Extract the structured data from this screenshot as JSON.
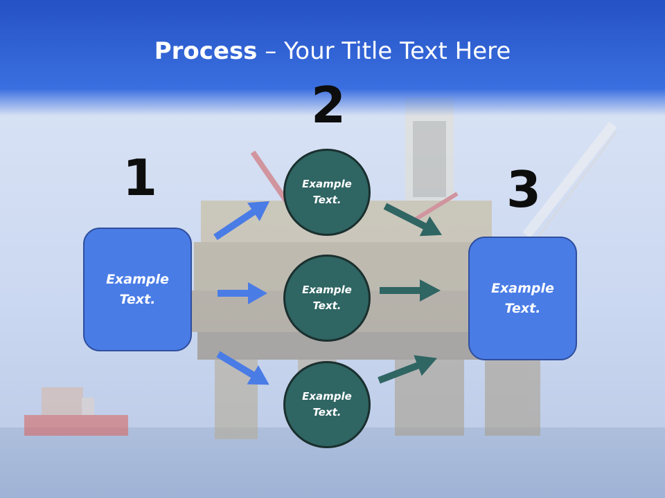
{
  "slide": {
    "title_bold": "Process",
    "title_rest": " – Your Title Text Here"
  },
  "steps": [
    {
      "number": "1",
      "label": "Example Text."
    },
    {
      "number": "2",
      "labels": [
        "Example Text.",
        "Example Text.",
        "Example Text."
      ]
    },
    {
      "number": "3",
      "label": "Example Text."
    }
  ],
  "colors": {
    "header_blue": "#2f62d6",
    "box_blue": "#4a7ce6",
    "arrow_blue": "#4a7ce6",
    "circle_teal": "#2f6563",
    "arrow_teal": "#2f6563"
  }
}
